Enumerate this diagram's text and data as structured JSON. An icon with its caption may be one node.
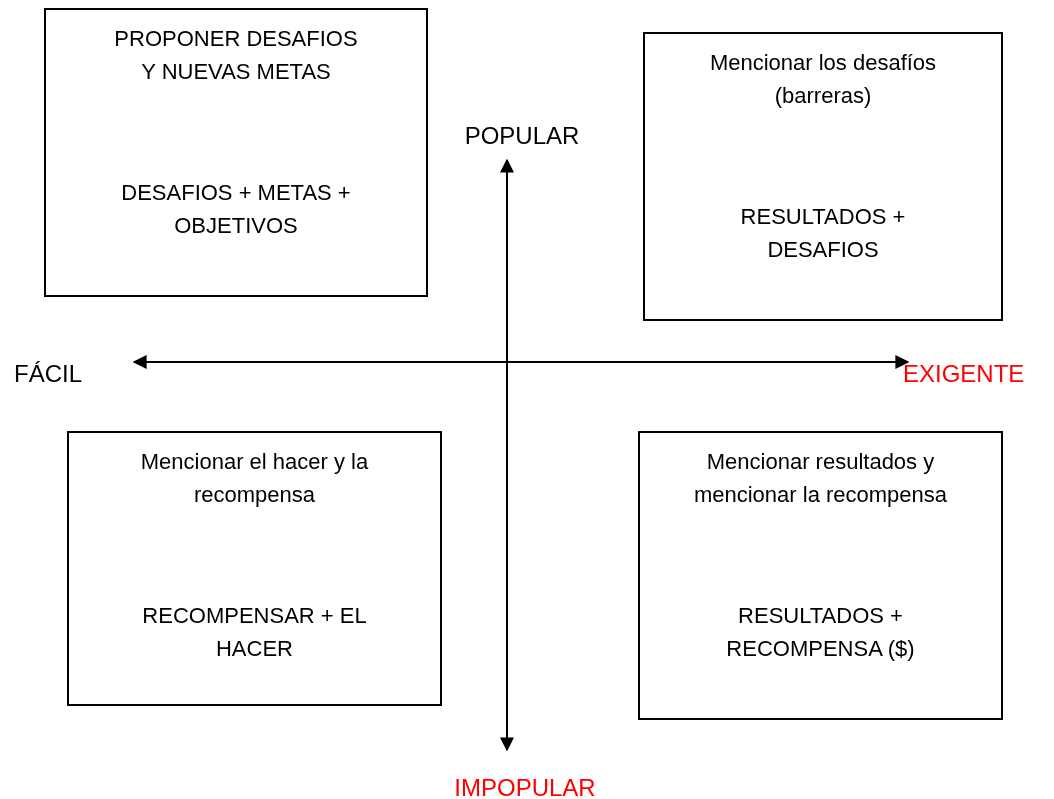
{
  "diagram": {
    "nodes": [
      {
        "text": [
          "PROPONER DESAFIOS Y NUEVAS METAS",
          "DESAFIOS + METAS + OBJETIVOS"
        ]
      },
      {
        "text": [
          "Mencionar los desafíos (barreras)",
          "RESULTADOS + DESAFIOS"
        ]
      },
      {
        "text": [
          "Mencionar el hacer y la recompensa",
          "RECOMPENSAR + EL HACER"
        ]
      },
      {
        "text": [
          "Mencionar resultados y mencionar la recompensa",
          "RESULTADOS + RECOMPENSA ($)"
        ]
      }
    ],
    "labels": [
      "POPULAR",
      "FÁCIL",
      "EXIGENTE",
      "IMPOPULAR"
    ]
  }
}
